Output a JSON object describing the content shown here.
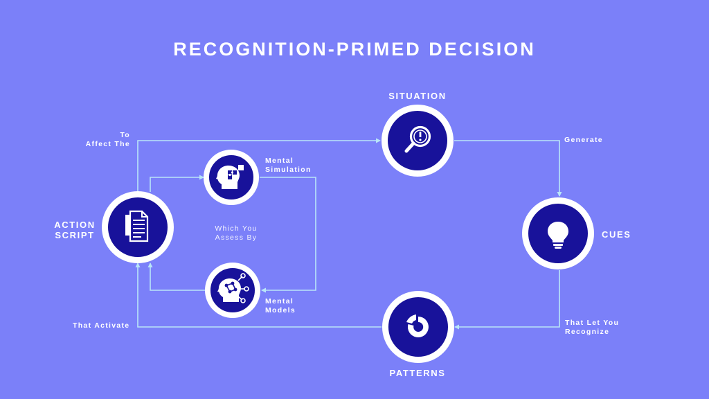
{
  "title": "RECOGNITION-PRIMED DECISION",
  "colors": {
    "background": "#7b80f9",
    "connector": "#b9e6f7",
    "node_ring": "#ffffff",
    "node_fill": "#18129a"
  },
  "nodes": {
    "situation": {
      "label": "SITUATION",
      "icon": "magnifier-exclamation-icon"
    },
    "cues": {
      "label": "CUES",
      "icon": "lightbulb-icon"
    },
    "patterns": {
      "label": "PATTERNS",
      "icon": "donut-chart-icon"
    },
    "action_script": {
      "label_line1": "ACTION",
      "label_line2": "SCRIPT",
      "icon": "documents-icon"
    },
    "mental_simulation": {
      "label_line1": "Mental",
      "label_line2": "Simulation",
      "icon": "head-puzzle-icon"
    },
    "mental_models": {
      "label_line1": "Mental",
      "label_line2": "Models",
      "icon": "head-network-icon"
    }
  },
  "connectors": {
    "to_affect_line1": "To",
    "to_affect_line2": "Affect The",
    "generate": "Generate",
    "let_recognize_line1": "That Let You",
    "let_recognize_line2": "Recognize",
    "that_activate": "That Activate",
    "assess_line1": "Which You",
    "assess_line2": "Assess By"
  }
}
